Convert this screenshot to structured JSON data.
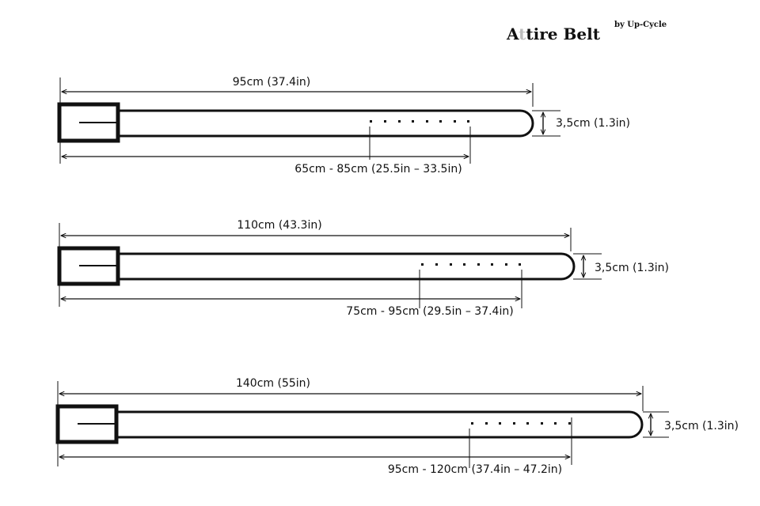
{
  "brand": {
    "title_first": "A",
    "title_highlight": "t",
    "title_rest": "tire Belt",
    "byline": "by Up-Cycle",
    "highlight_color": "#bdbdbd"
  },
  "belts": [
    {
      "total_length": "95cm (37.4in)",
      "width": "3,5cm (1.3in)",
      "adjust_range": "65cm - 85cm (25.5in – 33.5in)"
    },
    {
      "total_length": "110cm (43.3in)",
      "width": "3,5cm (1.3in)",
      "adjust_range": "75cm - 95cm (29.5in – 37.4in)"
    },
    {
      "total_length": "140cm (55in)",
      "width": "3,5cm (1.3in)",
      "adjust_range": "95cm - 120cm (37.4in – 47.2in)"
    }
  ]
}
